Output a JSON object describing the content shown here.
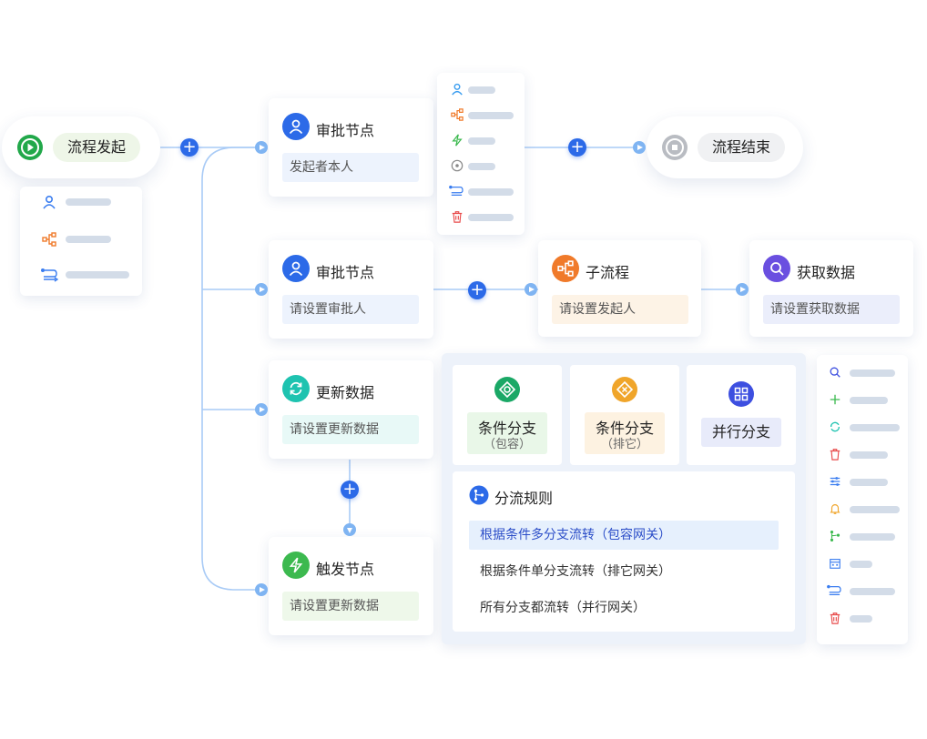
{
  "start": {
    "label": "流程发起"
  },
  "end": {
    "label": "流程结束"
  },
  "nodes": {
    "approval_1": {
      "title": "审批节点",
      "subtitle": "发起者本人"
    },
    "approval_2": {
      "title": "审批节点",
      "subtitle": "请设置审批人"
    },
    "subprocess": {
      "title": "子流程",
      "subtitle": "请设置发起人"
    },
    "fetch_data": {
      "title": "获取数据",
      "subtitle": "请设置获取数据"
    },
    "update_data": {
      "title": "更新数据",
      "subtitle": "请设置更新数据"
    },
    "trigger": {
      "title": "触发节点",
      "subtitle": "请设置更新数据"
    }
  },
  "gateways": {
    "inclusive": {
      "label": "条件分支",
      "note": "（包容）"
    },
    "exclusive": {
      "label": "条件分支",
      "note": "（排它）"
    },
    "parallel": {
      "label": "并行分支"
    }
  },
  "rules": {
    "title": "分流规则",
    "items": [
      "根据条件多分支流转（包容网关）",
      "根据条件单分支流转（排它网关）",
      "所有分支都流转（并行网关）"
    ],
    "selected_index": 0
  },
  "connector_symbol": "+",
  "icons": {
    "left_menu": [
      "user-icon",
      "subprocess-icon",
      "route-icon"
    ],
    "top_menu": [
      "user-icon",
      "subprocess-icon",
      "lightning-icon",
      "stop-icon",
      "route-icon",
      "trash-icon"
    ],
    "right_toolbar": [
      "search-icon",
      "plus-icon",
      "refresh-icon",
      "trash-icon",
      "sliders-icon",
      "bell-icon",
      "branch-icon",
      "calendar-icon",
      "route-icon",
      "trash-icon"
    ]
  },
  "colors": {
    "accent": "#2c6ae8",
    "line": "#9fc3f5",
    "start_green": "#22a84a",
    "trigger_green": "#3cb94f",
    "subprocess_orange": "#f07a2a",
    "fetch_purple": "#6a4fe0",
    "update_teal": "#1ec3b0"
  }
}
